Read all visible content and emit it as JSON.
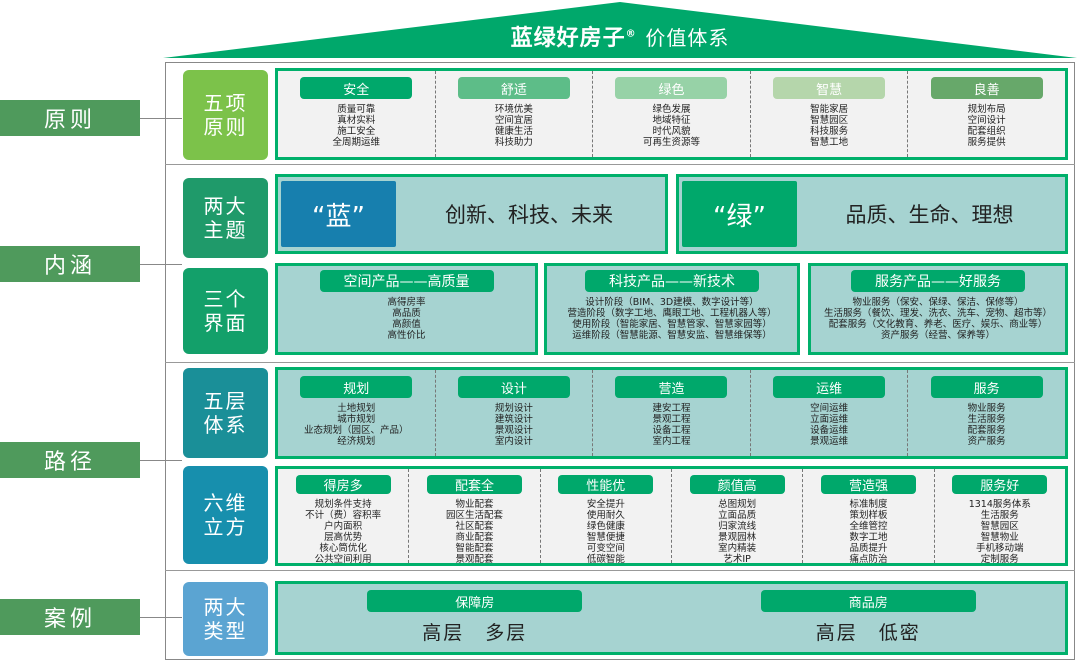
{
  "title": {
    "brand": "蓝绿好房子",
    "reg": "®",
    "rest": "价值体系"
  },
  "side_labels": [
    "原则",
    "内涵",
    "路径",
    "案例"
  ],
  "row_tags": [
    "五项\n原则",
    "两大\n主题",
    "三个\n界面",
    "五层\n体系",
    "六维\n立方",
    "两大\n类型"
  ],
  "principles": [
    {
      "label": "安全",
      "color": "#00a86b",
      "items": [
        "质量可靠",
        "真材实料",
        "施工安全",
        "全周期运维"
      ]
    },
    {
      "label": "舒适",
      "color": "#5dbd88",
      "items": [
        "环境优美",
        "空间宜居",
        "健康生活",
        "科技助力"
      ]
    },
    {
      "label": "绿色",
      "color": "#97d2a7",
      "items": [
        "绿色发展",
        "地域特征",
        "时代风貌",
        "可再生资源等"
      ]
    },
    {
      "label": "智慧",
      "color": "#b5d6ab",
      "items": [
        "智能家居",
        "智慧园区",
        "科技服务",
        "智慧工地"
      ]
    },
    {
      "label": "良善",
      "color": "#67a86a",
      "items": [
        "规划布局",
        "空间设计",
        "配套组织",
        "服务提供"
      ]
    }
  ],
  "themes": [
    {
      "key": "“蓝”",
      "text": "创新、科技、未来"
    },
    {
      "key": "“绿”",
      "text": "品质、生命、理想"
    }
  ],
  "interfaces": [
    {
      "label": "空间产品——高质量",
      "items": [
        "高得房率",
        "高品质",
        "高颜值",
        "高性价比"
      ]
    },
    {
      "label": "科技产品——新技术",
      "items": [
        "设计阶段（BIM、3D建模、数字设计等）",
        "营造阶段（数字工地、鹰眼工地、工程机器人等）",
        "使用阶段（智能家居、智慧管家、智慧家园等）",
        "运维阶段（智慧能源、智慧安监、智慧维保等）"
      ]
    },
    {
      "label": "服务产品——好服务",
      "items": [
        "物业服务（保安、保绿、保洁、保修等）",
        "生活服务（餐饮、理发、洗衣、洗车、宠物、超市等）",
        "配套服务（文化教育、养老、医疗、娱乐、商业等）",
        "资产服务（经营、保养等）"
      ]
    }
  ],
  "layers": [
    {
      "label": "规划",
      "items": [
        "土地规划",
        "城市规划",
        "业态规划（园区、产品）",
        "经济规划"
      ]
    },
    {
      "label": "设计",
      "items": [
        "规划设计",
        "建筑设计",
        "景观设计",
        "室内设计"
      ]
    },
    {
      "label": "营造",
      "items": [
        "建安工程",
        "景观工程",
        "设备工程",
        "室内工程"
      ]
    },
    {
      "label": "运维",
      "items": [
        "空间运维",
        "立面运维",
        "设备运维",
        "景观运维"
      ]
    },
    {
      "label": "服务",
      "items": [
        "物业服务",
        "生活服务",
        "配套服务",
        "资产服务"
      ]
    }
  ],
  "cube": [
    {
      "label": "得房多",
      "items": [
        "规划条件支持",
        "不计（费）容积率",
        "户内面积",
        "层高优势",
        "核心筒优化",
        "公共空间利用"
      ]
    },
    {
      "label": "配套全",
      "items": [
        "物业配套",
        "园区生活配套",
        "社区配套",
        "商业配套",
        "智能配套",
        "景观配套"
      ]
    },
    {
      "label": "性能优",
      "items": [
        "安全提升",
        "使用耐久",
        "绿色健康",
        "智慧便捷",
        "可变空间",
        "低碳智能"
      ]
    },
    {
      "label": "颜值高",
      "items": [
        "总图规划",
        "立面品质",
        "归家流线",
        "景观园林",
        "室内精装",
        "艺术IP"
      ]
    },
    {
      "label": "营造强",
      "items": [
        "标准制度",
        "策划样板",
        "全维管控",
        "数字工地",
        "品质提升",
        "痛点防治"
      ]
    },
    {
      "label": "服务好",
      "items": [
        "1314服务体系",
        "生活服务",
        "智慧园区",
        "智慧物业",
        "手机移动端",
        "定制服务"
      ]
    }
  ],
  "cases": [
    {
      "label": "保障房",
      "text": "高层　多层"
    },
    {
      "label": "商品房",
      "text": "高层　低密"
    }
  ]
}
